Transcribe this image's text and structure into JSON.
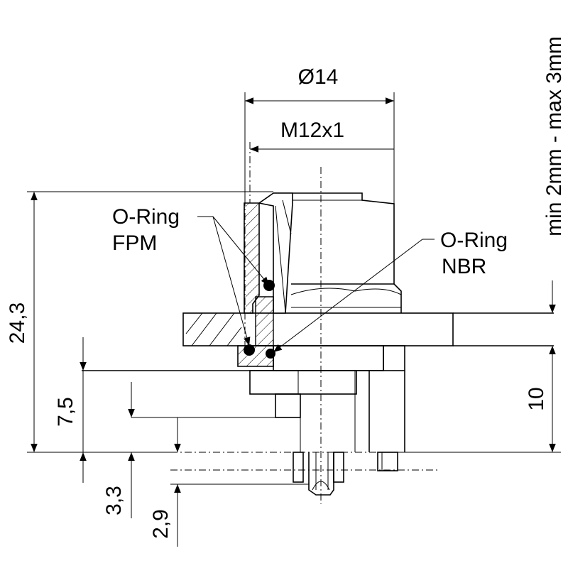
{
  "drawing": {
    "title": "M12x1 panel mount connector dimension drawing",
    "dimensions": {
      "diameter": "Ø14",
      "thread": "M12x1",
      "total_height": "24,3",
      "height_7_5": "7,5",
      "height_3_3": "3,3",
      "height_2_9": "2,9",
      "panel_height": "10",
      "panel_thickness": "min 2mm - max 3mm"
    },
    "callouts": {
      "fpm_line1": "O-Ring",
      "fpm_line2": "FPM",
      "nbr_line1": "O-Ring",
      "nbr_line2": "NBR"
    }
  }
}
